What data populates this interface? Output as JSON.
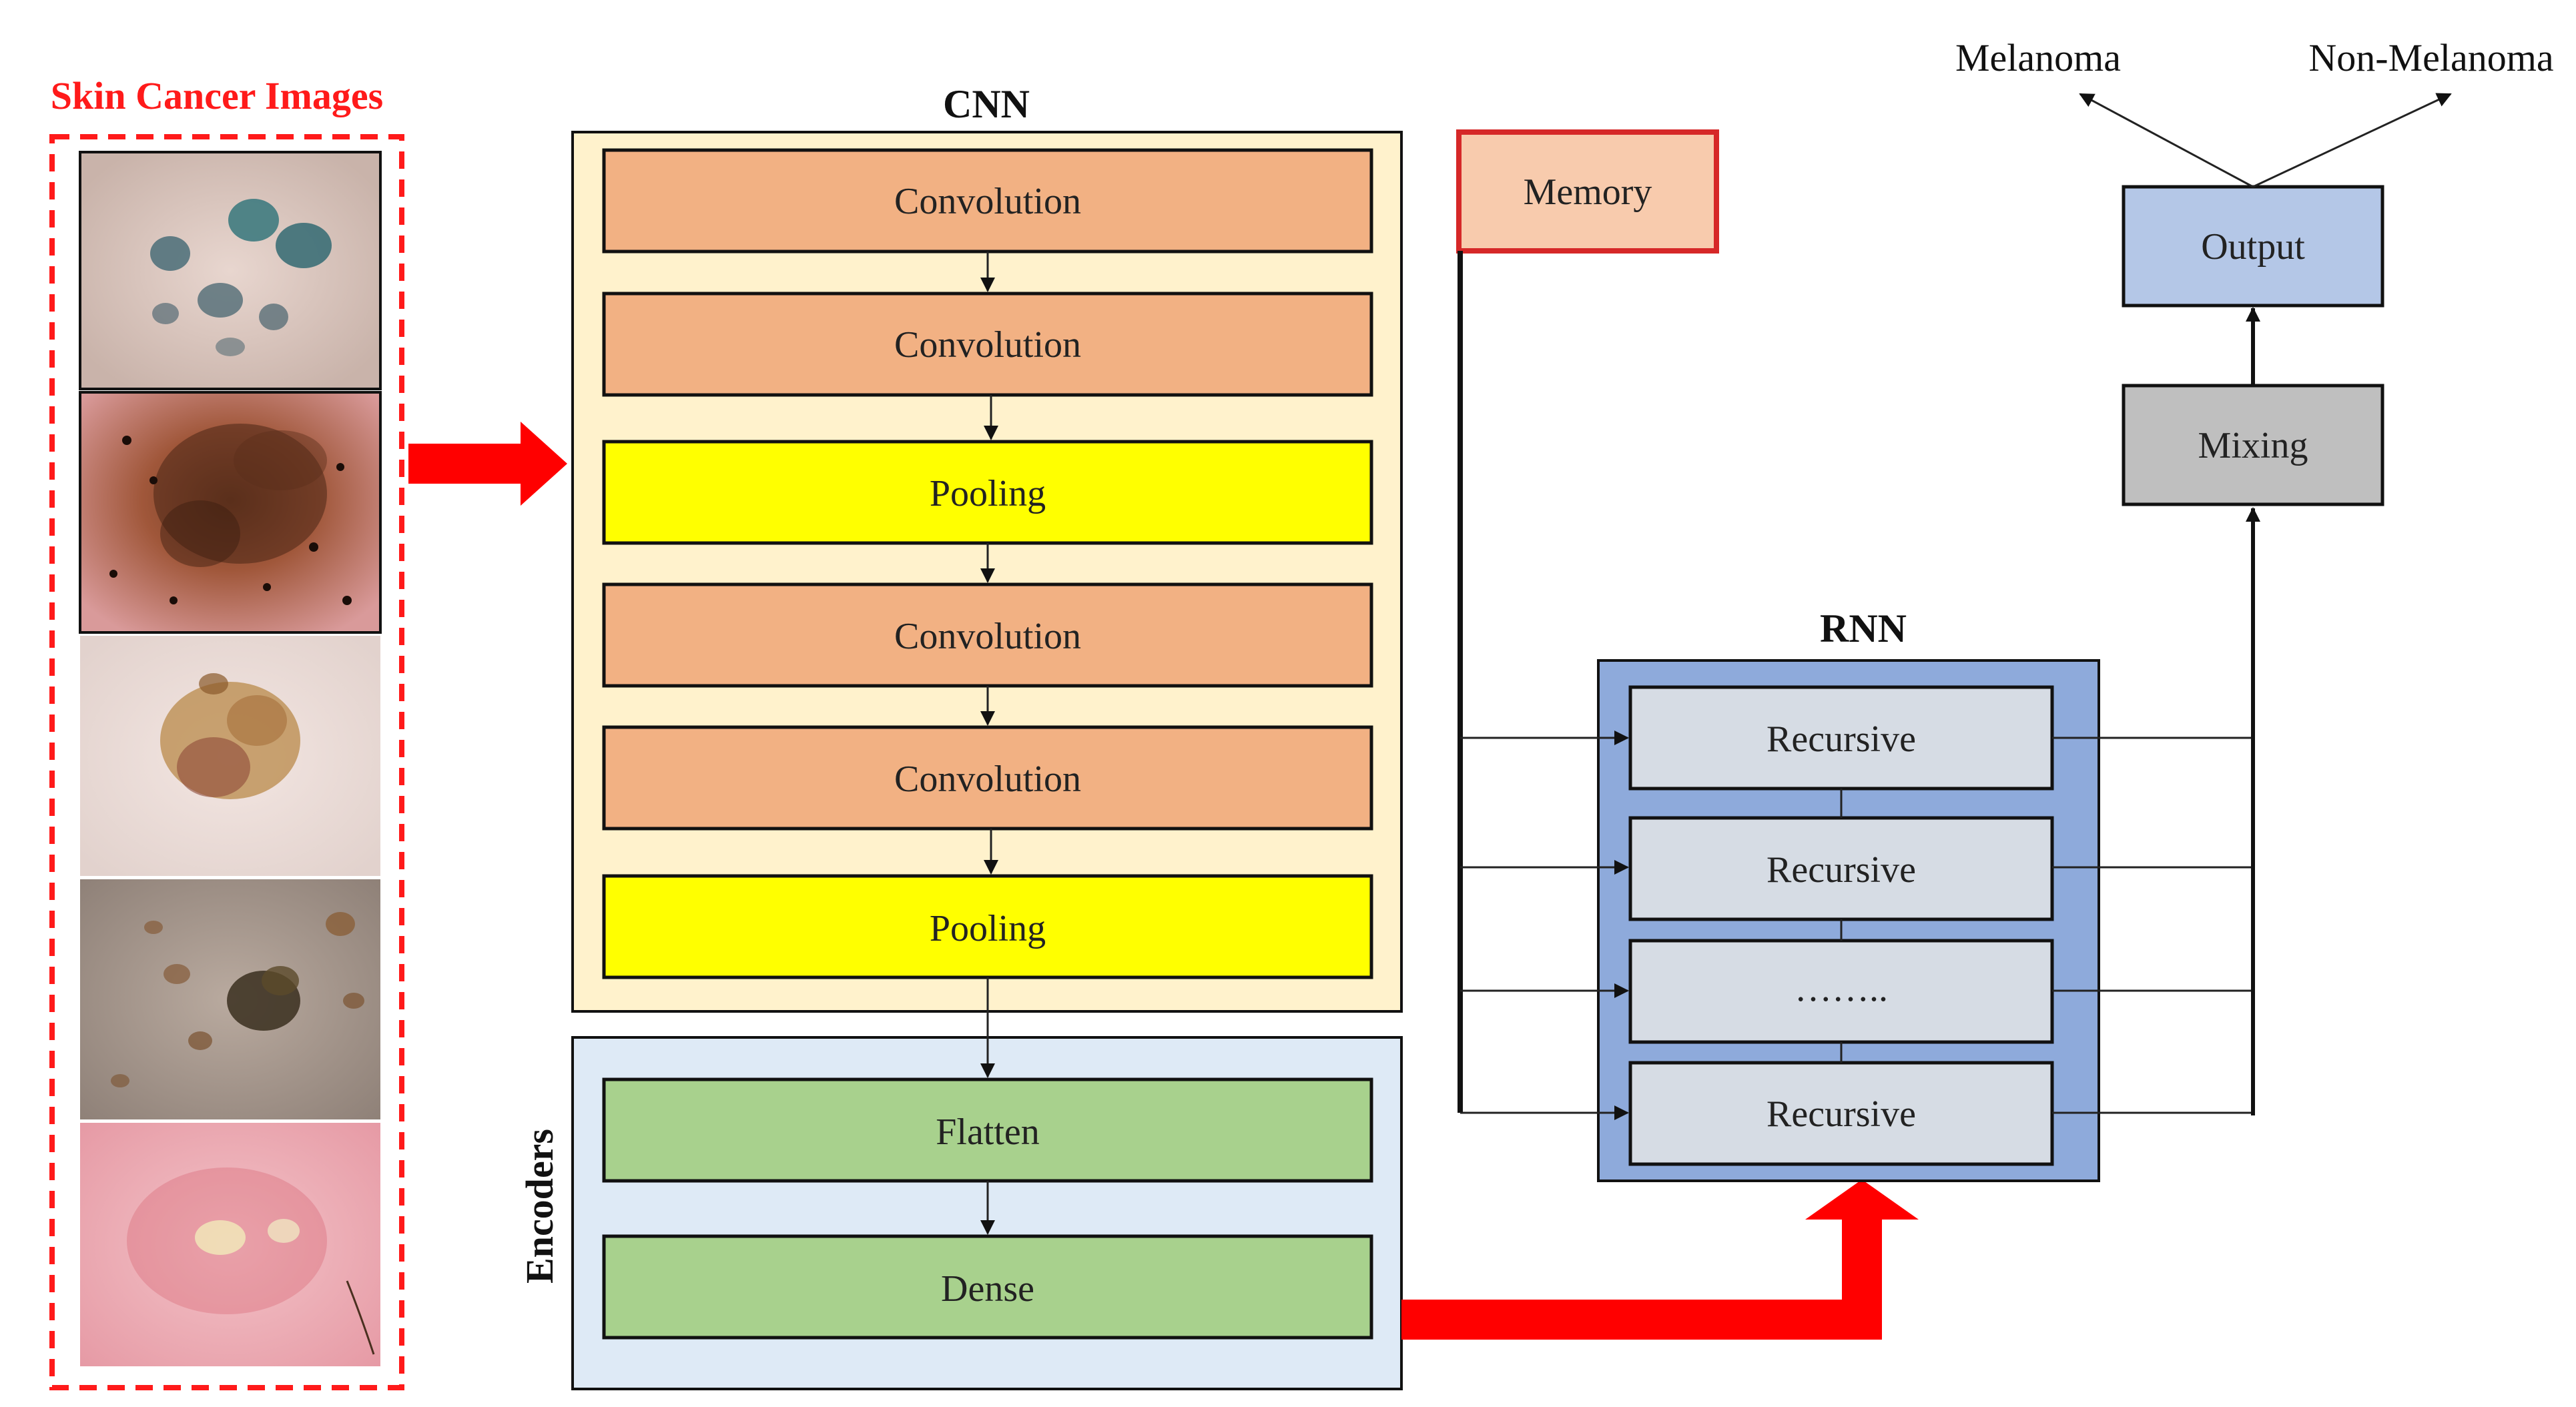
{
  "skin_panel": {
    "title": "Skin Cancer Images",
    "image_count": 5
  },
  "cnn": {
    "title": "CNN",
    "layers": [
      {
        "label": "Convolution",
        "kind": "convolution"
      },
      {
        "label": "Convolution",
        "kind": "convolution"
      },
      {
        "label": "Pooling",
        "kind": "pooling"
      },
      {
        "label": "Convolution",
        "kind": "convolution"
      },
      {
        "label": "Convolution",
        "kind": "convolution"
      },
      {
        "label": "Pooling",
        "kind": "pooling"
      }
    ]
  },
  "encoders": {
    "title": "Encoders",
    "layers": [
      {
        "label": "Flatten"
      },
      {
        "label": "Dense"
      }
    ]
  },
  "memory": {
    "label": "Memory"
  },
  "rnn": {
    "title": "RNN",
    "cells": [
      {
        "label": "Recursive"
      },
      {
        "label": "Recursive"
      },
      {
        "label": "…….."
      },
      {
        "label": "Recursive"
      }
    ]
  },
  "mixing": {
    "label": "Mixing"
  },
  "output": {
    "label": "Output"
  },
  "classes": {
    "melanoma": "Melanoma",
    "non_melanoma": "Non-Melanoma"
  },
  "colors": {
    "convolution": "#f2b183",
    "pooling": "#ffff00",
    "dense_layer": "#a8d18d",
    "cnn_panel": "#fff2cc",
    "encoder_panel": "#deeaf6",
    "rnn_panel": "#8eaadb",
    "recursive_cell": "#d6dce4",
    "memory": "#f8cbad",
    "memory_border": "#d62828",
    "output": "#b4c7e7",
    "mixing": "#bfbfbf",
    "red_arrow": "#ff0000"
  }
}
